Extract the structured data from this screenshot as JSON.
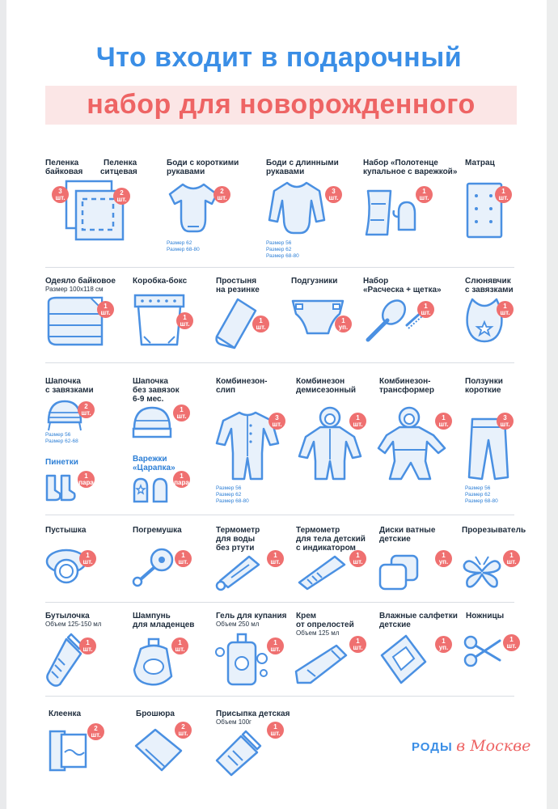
{
  "title": {
    "line1": "Что входит в подарочный",
    "line2": "набор для новорожденного"
  },
  "brand": {
    "logo_part1": "РОДЫ",
    "logo_part2": "в Москве"
  },
  "colors": {
    "blue": "#3a8ee6",
    "red": "#ee6464",
    "badge": "#ef7070",
    "icon": "#4a90e2",
    "highlight": "#fbe6e6"
  },
  "items": [
    {
      "label1": "Пеленка",
      "label2": "байковая",
      "qty": "3",
      "unit": "шт."
    },
    {
      "label1": "Пеленка",
      "label2": "ситцевая",
      "qty": "2",
      "unit": "шт."
    },
    {
      "label1": "Боди с короткими",
      "label2": "рукавами",
      "qty": "2",
      "unit": "шт.",
      "size1": "Размер 62",
      "size2": "Размер 68-80"
    },
    {
      "label1": "Боди с длинными",
      "label2": "рукавами",
      "qty": "3",
      "unit": "шт.",
      "size1": "Размер 56",
      "size2": "Размер 62",
      "size3": "Размер 68-80"
    },
    {
      "label1": "Набор «Полотенце",
      "label2": "купальное с варежкой»",
      "qty": "1",
      "unit": "шт."
    },
    {
      "label1": "Матрац",
      "qty": "1",
      "unit": "шт."
    },
    {
      "label1": "Одеяло байковое",
      "sub": "Размер 100х118 см",
      "qty": "1",
      "unit": "шт."
    },
    {
      "label1": "Коробка-бокс",
      "qty": "1",
      "unit": "шт."
    },
    {
      "label1": "Простыня",
      "label2": "на резинке",
      "qty": "1",
      "unit": "шт."
    },
    {
      "label1": "Подгузники",
      "qty": "1",
      "unit": "уп."
    },
    {
      "label1": "Набор",
      "label2": "«Расческа + щетка»",
      "qty": "1",
      "unit": "шт."
    },
    {
      "label1": "Слюнявчик",
      "label2": "с завязками",
      "qty": "1",
      "unit": "шт."
    },
    {
      "label1": "Шапочка",
      "label2": "с завязками",
      "qty": "2",
      "unit": "шт.",
      "size1": "Размер 56",
      "size2": "Размер 62-68"
    },
    {
      "label1": "Шапочка",
      "label2": "без завязок",
      "label3": "6-9 мес.",
      "qty": "1",
      "unit": "шт."
    },
    {
      "label1": "Комбинезон-",
      "label2": "слип",
      "qty": "3",
      "unit": "шт.",
      "size1": "Размер 56",
      "size2": "Размер 62",
      "size3": "Размер 68-80"
    },
    {
      "label1": "Комбинезон",
      "label2": "демисезонный",
      "qty": "1",
      "unit": "шт."
    },
    {
      "label1": "Комбинезон-",
      "label2": "трансформер",
      "qty": "1",
      "unit": "шт."
    },
    {
      "label1": "Ползунки",
      "label2": "короткие",
      "qty": "3",
      "unit": "шт.",
      "size1": "Размер 56",
      "size2": "Размер 62",
      "size3": "Размер 68-80"
    },
    {
      "label1": "Пинетки",
      "qty": "1",
      "unit": "пара"
    },
    {
      "label1": "Варежки",
      "label2": "«Царапка»",
      "qty": "1",
      "unit": "пара"
    },
    {
      "label1": "Пустышка",
      "qty": "1",
      "unit": "шт."
    },
    {
      "label1": "Погремушка",
      "qty": "1",
      "unit": "шт."
    },
    {
      "label1": "Термометр",
      "label2": "для воды",
      "label3": "без ртути",
      "qty": "1",
      "unit": "шт."
    },
    {
      "label1": "Термометр",
      "label2": "для тела детский",
      "label3": "с индикатором",
      "qty": "1",
      "unit": "шт."
    },
    {
      "label1": "Диски ватные",
      "label2": "детские",
      "qty": "1",
      "unit": "уп."
    },
    {
      "label1": "Прорезыватель",
      "qty": "1",
      "unit": "шт."
    },
    {
      "label1": "Бутылочка",
      "sub": "Объем 125-150 мл",
      "qty": "1",
      "unit": "шт."
    },
    {
      "label1": "Шампунь",
      "label2": "для младенцев",
      "qty": "1",
      "unit": "шт."
    },
    {
      "label1": "Гель для купания",
      "sub": "Объем 250 мл",
      "qty": "1",
      "unit": "шт."
    },
    {
      "label1": "Крем",
      "label2": "от опрелостей",
      "sub": "Объем 125 мл",
      "qty": "1",
      "unit": "шт."
    },
    {
      "label1": "Влажные салфетки",
      "label2": "детские",
      "qty": "1",
      "unit": "уп."
    },
    {
      "label1": "Ножницы",
      "qty": "1",
      "unit": "шт."
    },
    {
      "label1": "Клеенка",
      "qty": "2",
      "unit": "шт."
    },
    {
      "label1": "Брошюра",
      "qty": "2",
      "unit": "шт."
    },
    {
      "label1": "Присыпка детская",
      "sub": "Объем 100г",
      "qty": "1",
      "unit": "шт."
    }
  ]
}
